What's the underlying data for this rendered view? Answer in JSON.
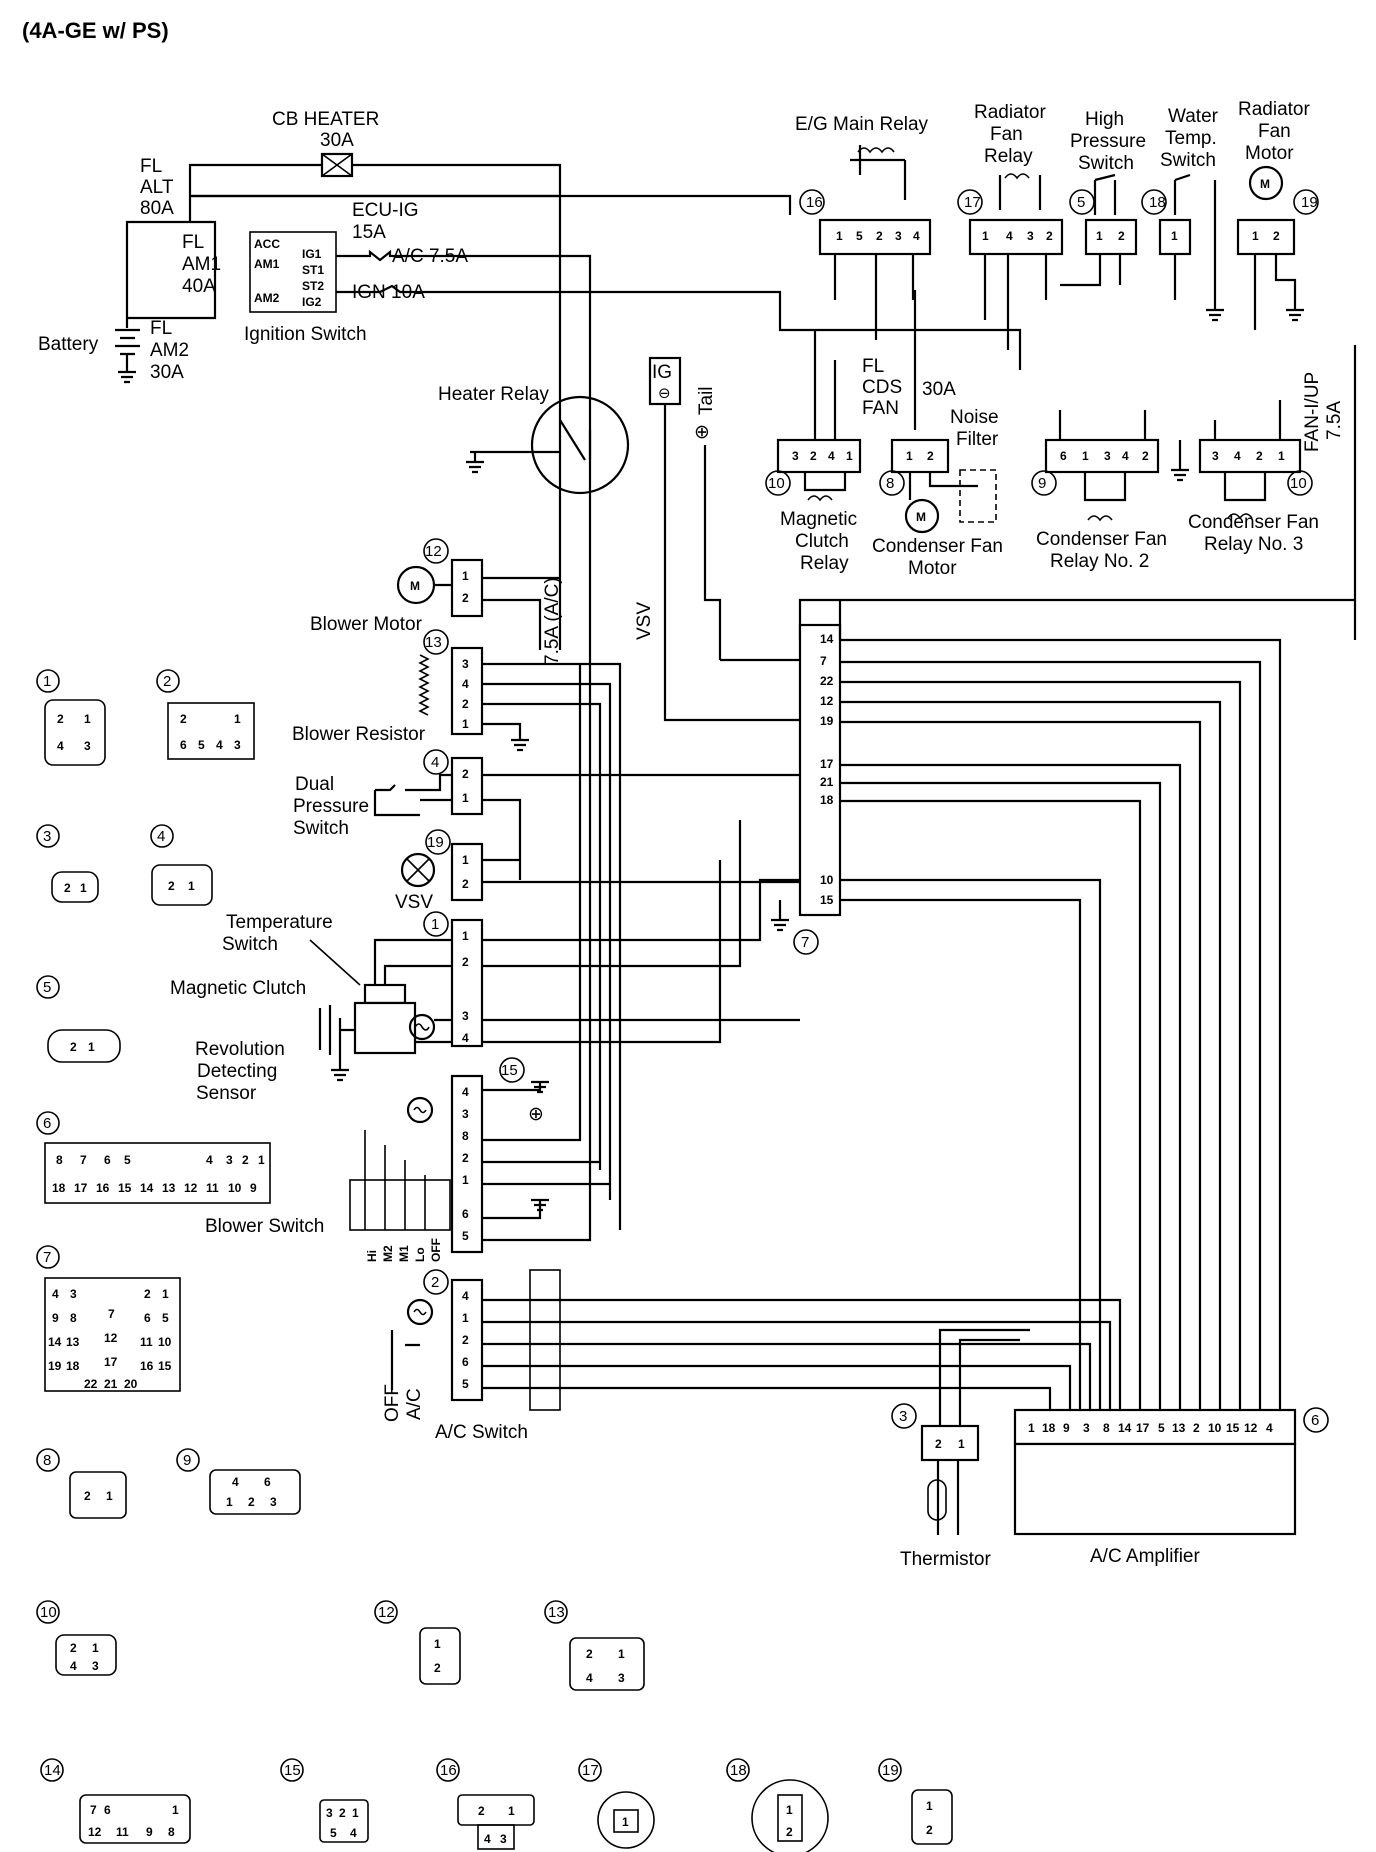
{
  "title": "(4A-GE w/ PS)",
  "power": {
    "cb_heater": [
      "CB HEATER",
      "30A"
    ],
    "fl_alt": [
      "FL",
      "ALT",
      "80A"
    ],
    "fl_am1": [
      "FL",
      "AM1",
      "40A"
    ],
    "fl_am2": [
      "FL",
      "AM2",
      "30A"
    ],
    "battery": "Battery",
    "ecu_ig": [
      "ECU-IG",
      "15A"
    ],
    "ac_fuse": "A/C 7.5A",
    "ign_fuse": "IGN 10A",
    "ignition_switch": "Ignition Switch",
    "switch_terms": [
      "ACC",
      "AM1",
      "AM2",
      "IG1",
      "ST1",
      "ST2",
      "IG2"
    ],
    "heater_relay": "Heater Relay",
    "ig": "IG",
    "tail": "Tail",
    "fl_cds_fan": [
      "FL",
      "CDS",
      "FAN",
      "30A"
    ],
    "fan_fuse": [
      "FAN-I/UP",
      "7.5A"
    ],
    "ac_75_vertical": "7.5A (A/C)",
    "vsv_vertical": "VSV"
  },
  "components": {
    "eg_main_relay": "E/G Main Relay",
    "radiator_fan_relay": [
      "Radiator",
      "Fan",
      "Relay"
    ],
    "high_pressure_switch": [
      "High",
      "Pressure",
      "Switch"
    ],
    "water_temp_switch": [
      "Water",
      "Temp.",
      "Switch"
    ],
    "radiator_fan_motor": [
      "Radiator",
      "Fan",
      "Motor"
    ],
    "noise_filter": [
      "Noise",
      "Filter"
    ],
    "magnetic_clutch_relay": [
      "Magnetic",
      "Clutch",
      "Relay"
    ],
    "condenser_fan_motor": [
      "Condenser Fan",
      "Motor"
    ],
    "condenser_fan_relay_2": [
      "Condenser Fan",
      "Relay No. 2"
    ],
    "condenser_fan_relay_3": [
      "Condenser Fan",
      "Relay No. 3"
    ],
    "blower_motor": "Blower Motor",
    "blower_resistor": "Blower Resistor",
    "dual_pressure_switch": [
      "Dual",
      "Pressure",
      "Switch"
    ],
    "vsv": "VSV",
    "temperature_switch": [
      "Temperature",
      "Switch"
    ],
    "magnetic_clutch": "Magnetic Clutch",
    "revolution_sensor": [
      "Revolution",
      "Detecting",
      "Sensor"
    ],
    "blower_switch": "Blower Switch",
    "blower_positions": [
      "Hi",
      "M2",
      "M1",
      "Lo",
      "OFF"
    ],
    "ac_switch": "A/C Switch",
    "ac_switch_positions": [
      "OFF",
      "A/C"
    ],
    "thermistor": "Thermistor",
    "ac_amplifier": "A/C Amplifier",
    "motor_glyph": "M"
  },
  "connector_pins": {
    "c15": [
      "1",
      "5",
      "2",
      "3",
      "4"
    ],
    "c16": [
      "1",
      "4",
      "3",
      "2"
    ],
    "c5": [
      "1",
      "2"
    ],
    "c17": [
      "1"
    ],
    "c18": [
      "1",
      "2"
    ],
    "c10a": [
      "3",
      "2",
      "4",
      "1"
    ],
    "c8": [
      "1",
      "2"
    ],
    "c9": [
      "6",
      "1",
      "3",
      "4",
      "2"
    ],
    "c10b": [
      "3",
      "4",
      "2",
      "1"
    ],
    "c12": [
      "1",
      "2"
    ],
    "c13": [
      "3",
      "4",
      "2",
      "1"
    ],
    "c4": [
      "2",
      "1"
    ],
    "c19": [
      "1",
      "2"
    ],
    "c1": [
      "1",
      "2",
      "3",
      "4"
    ],
    "c14": [
      "4",
      "3",
      "8",
      "2",
      "1",
      "6",
      "5"
    ],
    "c2": [
      "4",
      "1",
      "2",
      "6",
      "5"
    ],
    "c7": [
      "14",
      "7",
      "22",
      "12",
      "19",
      "17",
      "21",
      "18",
      "10",
      "15"
    ],
    "c3": [
      "2",
      "1"
    ],
    "c6": [
      "1",
      "18",
      "9",
      "3",
      "8",
      "14",
      "17",
      "5",
      "13",
      "2",
      "10",
      "15",
      "12",
      "4"
    ]
  },
  "callouts": [
    "1",
    "2",
    "3",
    "4",
    "5",
    "6",
    "7",
    "8",
    "9",
    "10",
    "12",
    "13",
    "14",
    "15",
    "16",
    "17",
    "18",
    "19"
  ],
  "legend": {
    "k1": [
      "2",
      "1",
      "4",
      "3"
    ],
    "k2": [
      "2",
      "1",
      "6",
      "5",
      "4",
      "3"
    ],
    "k3": [
      "2",
      "1"
    ],
    "k4": [
      "2",
      "1"
    ],
    "k5": [
      "2",
      "1"
    ],
    "k6_top": [
      "8",
      "7",
      "6",
      "5",
      "4",
      "3",
      "2",
      "1"
    ],
    "k6_bot": [
      "18",
      "17",
      "16",
      "15",
      "14",
      "13",
      "12",
      "11",
      "10",
      "9"
    ],
    "k7": [
      "4",
      "3",
      "2",
      "1",
      "9",
      "8",
      "7",
      "6",
      "5",
      "14",
      "13",
      "12",
      "11",
      "10",
      "19",
      "18",
      "17",
      "16",
      "15",
      "22",
      "21",
      "20"
    ],
    "k8": [
      "2",
      "1"
    ],
    "k9": [
      "4",
      "6",
      "1",
      "2",
      "3"
    ],
    "k10": [
      "2",
      "1",
      "4",
      "3"
    ],
    "k12": [
      "1",
      "2"
    ],
    "k13": [
      "2",
      "1",
      "4",
      "3"
    ],
    "k14": [
      "7",
      "6",
      "1",
      "12",
      "11",
      "9",
      "8"
    ],
    "k15": [
      "3",
      "2",
      "1",
      "5",
      "4"
    ],
    "k16": [
      "2",
      "1",
      "4",
      "3"
    ],
    "k17": [
      "1"
    ],
    "k18": [
      "1",
      "2"
    ],
    "k19": [
      "1",
      "2"
    ]
  }
}
